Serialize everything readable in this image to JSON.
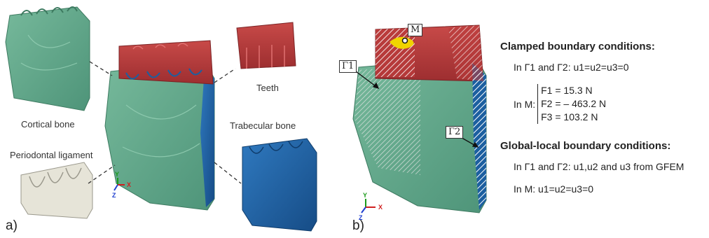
{
  "panel_a": {
    "letter": "a)",
    "labels": {
      "cortical_bone": "Cortical bone",
      "periodontal_ligament": "Periodontal ligament",
      "teeth": "Teeth",
      "trabecular_bone": "Trabecular bone"
    },
    "axes": {
      "y": "Y",
      "x": "X",
      "z": "Z"
    }
  },
  "panel_b": {
    "letter": "b)",
    "point_label": "M",
    "gamma1_label": "Γ1",
    "gamma2_label": "Γ2",
    "axes": {
      "y": "Y",
      "x": "X",
      "z": "Z"
    }
  },
  "clamped": {
    "title": "Clamped boundary conditions:",
    "gamma_line": "In Γ1 and Γ2: u1=u2=u3=0",
    "in_m": "In M:",
    "forces": [
      "F1 = 15.3 N",
      "F2 = – 463.2 N",
      "F3 = 103.2 N"
    ]
  },
  "global_local": {
    "title": "Global-local boundary conditions:",
    "gamma_line": "In Γ1 and Γ2: u1,u2 and u3 from GFEM",
    "m_line": "In M: u1=u2=u3=0"
  },
  "colors": {
    "cortical": "#5fa88a",
    "teeth": "#b83a3a",
    "trabecular": "#1c5fa0",
    "ligament": "#e6e4d8",
    "highlight": "#f0d400"
  }
}
